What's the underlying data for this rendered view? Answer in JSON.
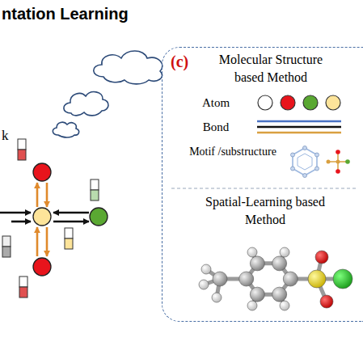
{
  "diagram": {
    "title": "ntation Learning",
    "nodes": [
      {
        "text": [
          "(c)",
          "Molecular Structure based Method",
          "Spatial-Learning based Method"
        ]
      }
    ],
    "labels": [
      "k"
    ],
    "legend": [
      {
        "text": "Atom"
      },
      {
        "text": "Bond"
      },
      {
        "text": "Motif /substructure"
      }
    ]
  }
}
